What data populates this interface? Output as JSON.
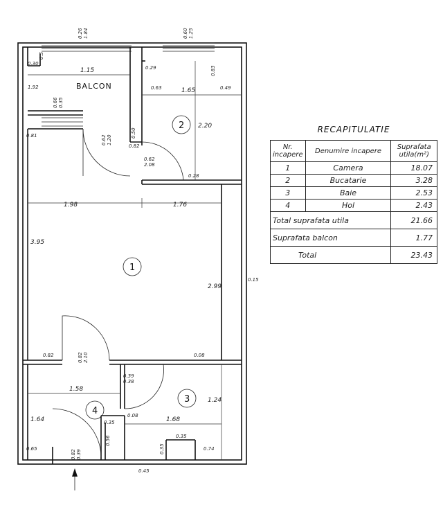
{
  "plan": {
    "balcony_label": "BALCON",
    "rooms": [
      {
        "number": "1"
      },
      {
        "number": "2"
      },
      {
        "number": "3"
      },
      {
        "number": "4"
      }
    ],
    "dimensions": {
      "top_window_a": "0.26",
      "top_window_b": "1.84",
      "top_window_c": "0.60",
      "top_window_d": "1.25",
      "balcony_corner_a": "0.30",
      "balcony_corner_b": "0.5",
      "balcony_width": "1.15",
      "balcony_height": "1.92",
      "balcony_win_a": "0.66",
      "balcony_win_b": "0.35",
      "balcony_left": "0.81",
      "balcony_door_a": "0.62",
      "balcony_door_b": "1.20",
      "balcony_door_c": "0.50",
      "balcony_door_d": "0.82",
      "kitchen_a": "0.29",
      "kitchen_b": "0.83",
      "kitchen_c": "0.63",
      "kitchen_width": "1.65",
      "kitchen_d": "0.49",
      "kitchen_height": "2.20",
      "kitchen_door_a": "0.62",
      "kitchen_door_b": "2.08",
      "kitchen_e": "0.28",
      "room_w1": "1.98",
      "room_w2": "1.76",
      "room_h_left": "3.95",
      "room_h_right": "2.99",
      "outer_right": "0.15",
      "hall_door_a": "0.82",
      "hall_door_b": "2.10",
      "hall_left": "0.82",
      "bath_top": "0.08",
      "bath_door_a": "0.39",
      "bath_door_b": "0.38",
      "hall_width": "1.58",
      "bath_width": "1.68",
      "bath_height": "1.24",
      "hall_height": "1.64",
      "hall_c": "0.35",
      "hall_d": "0.08",
      "hall_e": "0.56",
      "hall_bottom_left": "0.65",
      "entry_a": "0.82",
      "entry_b": "0.39",
      "bath_f": "0.35",
      "bath_g": "0.35",
      "bath_h": "0.74",
      "bottom": "0.45"
    }
  },
  "recap": {
    "title": "RECAPITULATIE",
    "headers": {
      "nr": "Nr. incapere",
      "name": "Denumire incapere",
      "area": "Suprafata utila(m²)"
    },
    "rows": [
      {
        "nr": "1",
        "name": "Camera",
        "area": "18.07"
      },
      {
        "nr": "2",
        "name": "Bucatarie",
        "area": "3.28"
      },
      {
        "nr": "3",
        "name": "Baie",
        "area": "2.53"
      },
      {
        "nr": "4",
        "name": "Hol",
        "area": "2.43"
      }
    ],
    "total_useful_label": "Total suprafata utila",
    "total_useful_value": "21.66",
    "balcony_label": "Suprafata balcon",
    "balcony_value": "1.77",
    "total_label": "Total",
    "total_value": "23.43"
  }
}
